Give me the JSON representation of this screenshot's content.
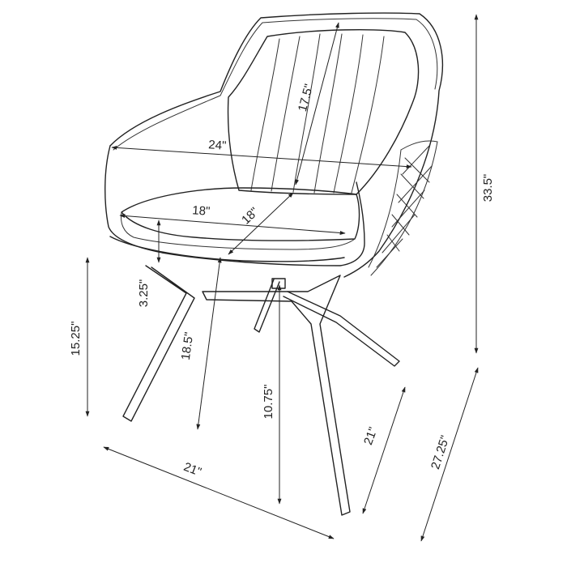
{
  "diagram": {
    "colors": {
      "line": "#222222",
      "background": "#ffffff"
    },
    "dimensions": {
      "overall_height": "33.5\"",
      "back_height": "17.5\"",
      "overall_width": "24\"",
      "seat_width": "18\"",
      "seat_depth": "18\"",
      "seat_cushion": "3.25\"",
      "seat_height": "18.5\"",
      "arm_height": "15.25\"",
      "leg_clearance": "10.75\"",
      "base_width": "21\"",
      "base_depth": "21\"",
      "overall_depth": "27.25\""
    }
  }
}
